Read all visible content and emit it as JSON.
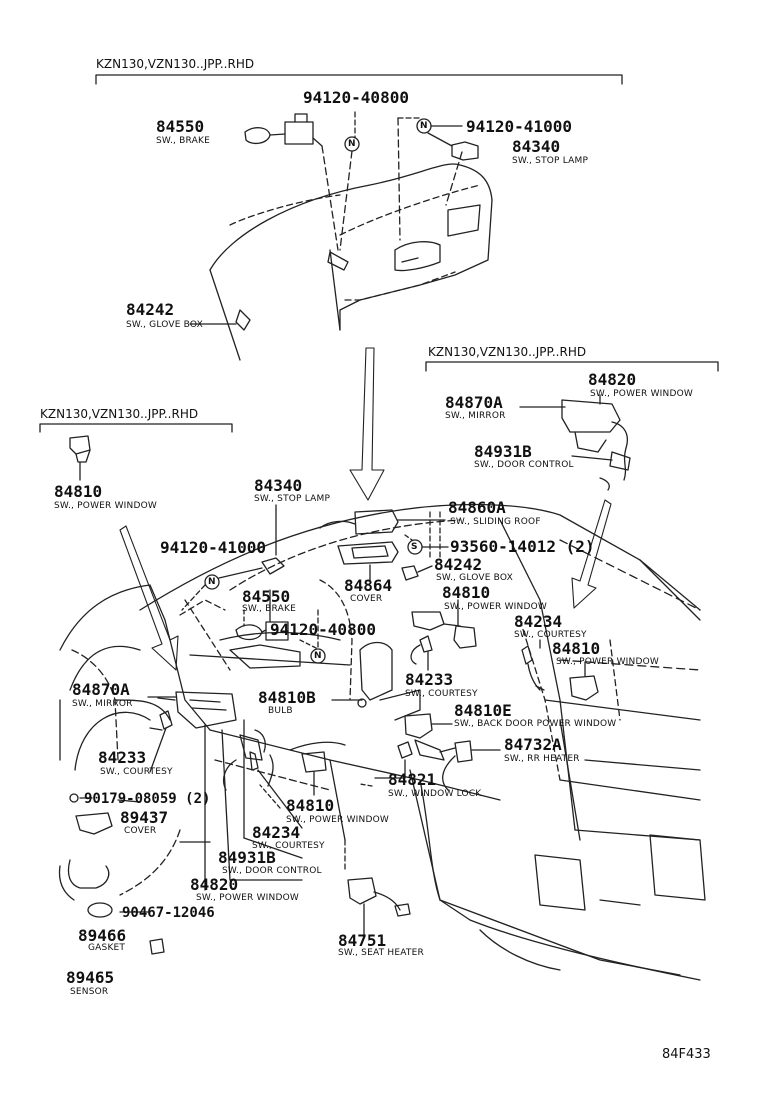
{
  "headers": {
    "top": "KZN130,VZN130..JPP..RHD",
    "left": "KZN130,VZN130..JPP..RHD",
    "right": "KZN130,VZN130..JPP..RHD"
  },
  "reference": "84F433",
  "symbols": {
    "n": "N",
    "s": "S"
  },
  "parts": {
    "p_94120_40800_top": {
      "num": "94120-40800"
    },
    "p_84550_top": {
      "num": "84550",
      "desc": "SW., BRAKE"
    },
    "p_94120_41000_top": {
      "num": "94120-41000"
    },
    "p_84340_top": {
      "num": "84340",
      "desc": "SW., STOP LAMP"
    },
    "p_84242_top": {
      "num": "84242",
      "desc": "SW., GLOVE BOX"
    },
    "p_84810_left": {
      "num": "84810",
      "desc": "SW., POWER WINDOW"
    },
    "p_84870a_right": {
      "num": "84870A",
      "desc": "SW., MIRROR"
    },
    "p_84820_right": {
      "num": "84820",
      "desc": "SW., POWER WINDOW"
    },
    "p_84931b_right": {
      "num": "84931B",
      "desc": "SW., DOOR CONTROL"
    },
    "p_84340_mid": {
      "num": "84340",
      "desc": "SW., STOP LAMP"
    },
    "p_84860a": {
      "num": "84860A",
      "desc": "SW., SLIDING ROOF"
    },
    "p_94120_41000_mid": {
      "num": "94120-41000"
    },
    "p_93560": {
      "num": "93560-14012 (2)"
    },
    "p_84864": {
      "num": "84864",
      "desc": "COVER"
    },
    "p_84242_mid": {
      "num": "84242",
      "desc": "SW., GLOVE BOX"
    },
    "p_84550_mid": {
      "num": "84550",
      "desc": "SW., BRAKE"
    },
    "p_84810_mid1": {
      "num": "84810",
      "desc": "SW., POWER WINDOW"
    },
    "p_94120_40800_mid": {
      "num": "94120-40800"
    },
    "p_84234_right": {
      "num": "84234",
      "desc": "SW., COURTESY"
    },
    "p_84810_mid2": {
      "num": "84810",
      "desc": "SW., POWER WINDOW"
    },
    "p_84233_mid": {
      "num": "84233",
      "desc": "SW., COURTESY"
    },
    "p_84870a_left": {
      "num": "84870A",
      "desc": "SW., MIRROR"
    },
    "p_84810b": {
      "num": "84810B",
      "desc": "BULB"
    },
    "p_84810e": {
      "num": "84810E",
      "desc": "SW., BACK DOOR POWER WINDOW"
    },
    "p_84732a": {
      "num": "84732A",
      "desc": "SW., RR HEATER"
    },
    "p_84233_left": {
      "num": "84233",
      "desc": "SW., COURTESY"
    },
    "p_84821": {
      "num": "84821",
      "desc": "SW., WINDOW LOCK"
    },
    "p_90179": {
      "num": "90179-08059 (2)"
    },
    "p_89437": {
      "num": "89437",
      "desc": "COVER"
    },
    "p_84810_bottom": {
      "num": "84810",
      "desc": "SW., POWER WINDOW"
    },
    "p_84234_bottom": {
      "num": "84234",
      "desc": "SW., COURTESY"
    },
    "p_84931b_bottom": {
      "num": "84931B",
      "desc": "SW., DOOR CONTROL"
    },
    "p_84820_bottom": {
      "num": "84820",
      "desc": "SW., POWER WINDOW"
    },
    "p_90467": {
      "num": "90467-12046"
    },
    "p_89466": {
      "num": "89466",
      "desc": "GASKET"
    },
    "p_89465": {
      "num": "89465",
      "desc": "SENSOR"
    },
    "p_84751": {
      "num": "84751",
      "desc": "SW., SEAT HEATER"
    }
  }
}
